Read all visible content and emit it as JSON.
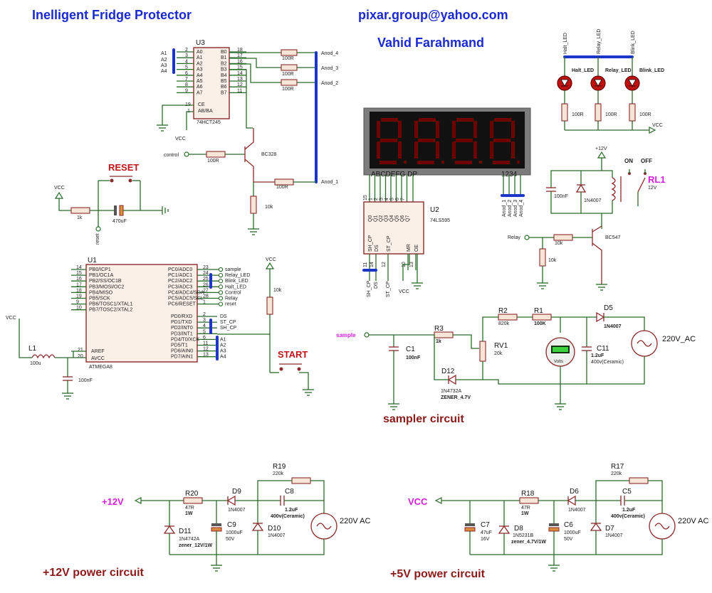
{
  "header": {
    "title": "Inelligent Fridge Protector",
    "email": "pixar.group@yahoo.com",
    "author": "Vahid Farahmand"
  },
  "sections": {
    "sampler": "sampler circuit",
    "p12": "+12V power circuit",
    "p5": "+5V power circuit"
  },
  "u3": {
    "ref": "U3",
    "part": "74HCT245",
    "pins_a": [
      "A0",
      "A1",
      "A2",
      "A3",
      "A4",
      "A5",
      "A6",
      "A7"
    ],
    "pins_b": [
      "B0",
      "B1",
      "B2",
      "B3",
      "B4",
      "B5",
      "B6",
      "B7"
    ],
    "nums_a": [
      "2",
      "3",
      "4",
      "5",
      "6",
      "7",
      "8",
      "9"
    ],
    "nums_b": [
      "18",
      "17",
      "16",
      "15",
      "14",
      "13",
      "12",
      "11"
    ],
    "ce": "CE",
    "abba": "AB/BA",
    "ce_num": "19",
    "abba_num": "1",
    "inputs": [
      "A1",
      "A2",
      "A3",
      "A4"
    ],
    "vcc": "VCC",
    "r": [
      "100R",
      "100R",
      "100R"
    ],
    "anodes": [
      "Anod_4",
      "Anod_3",
      "Anod_2",
      "Anod_1"
    ],
    "q_ref": "BC328",
    "control": "control",
    "rb": "100R",
    "rc": "100R",
    "r10k": "10k"
  },
  "reset": {
    "label": "RESET",
    "vcc": "VCC",
    "r": "1k",
    "cap": "470uF",
    "net": "reset"
  },
  "u1": {
    "ref": "U1",
    "part": "ATMEGA8",
    "left": [
      "PB0/ICP1",
      "PB1/OC1A",
      "PB2/SS/OC1B",
      "PB3/MOSI/OC2",
      "PB4/MISO",
      "PB5/SCK",
      "PB6/TOSC1/XTAL1",
      "PB7/TOSC2/XTAL2"
    ],
    "left_nums": [
      "14",
      "15",
      "16",
      "17",
      "18",
      "19",
      "9",
      "10"
    ],
    "right_top": [
      "PC0/ADC0",
      "PC1/ADC1",
      "PC2/ADC2",
      "PC3/ADC3",
      "PC4/ADC4/SDA",
      "PC5/ADC5/SCL",
      "PC6/RESET"
    ],
    "right_top_nums": [
      "23",
      "24",
      "25",
      "26",
      "27",
      "28",
      "1"
    ],
    "right_top_nets": [
      "sample",
      "Relay_LED",
      "Blink_LED",
      "Halt_LED",
      "Control",
      "Relay",
      "reset"
    ],
    "right_bot": [
      "PD0/RXD",
      "PD1/TXD",
      "PD2/INT0",
      "PD3/INT1",
      "PD4/T0/XCK",
      "PD5/T1",
      "PD6/AIN0",
      "PD7/AIN1"
    ],
    "right_bot_nums": [
      "2",
      "3",
      "4",
      "5",
      "6",
      "11",
      "12",
      "13"
    ],
    "right_bot_nets": [
      "DS",
      "ST_CP",
      "SH_CP",
      "",
      "A1",
      "A2",
      "A3",
      "A4"
    ],
    "aref": "AREF",
    "avcc": "AVCC",
    "aref_num": "21",
    "avcc_num": "20",
    "vcc": "VCC",
    "l1": "L1",
    "l1_val": "100u",
    "cap": "100nF",
    "start": "START",
    "vcc2": "VCC",
    "r10k": "10k"
  },
  "display": {
    "ref": "U2",
    "part": "74LS595",
    "segs": "ABCDEFG  DP",
    "digits": "1234",
    "q_pins": [
      "Q0",
      "Q1",
      "Q2",
      "Q3",
      "Q4",
      "Q5",
      "Q6",
      "Q7"
    ],
    "q_nums": [
      "15",
      "1",
      "2",
      "3",
      "4",
      "5",
      "6",
      "7"
    ],
    "ctrl": [
      "SH_CP",
      "DS",
      "ST_CP",
      "MR",
      "OE"
    ],
    "ctrl_nums": [
      "11",
      "14",
      "12",
      "10",
      "13"
    ],
    "bot_nets": [
      "SH_CP",
      "DS",
      "ST_CP"
    ],
    "vcc": "VCC",
    "anode_nets": [
      "Anod_1",
      "Anod_2",
      "Anod_3",
      "Anod_4"
    ]
  },
  "leds": {
    "nets": [
      "Halt_LED",
      "Relay_LED",
      "Blink_LED"
    ],
    "labels": [
      "Halt_LED",
      "Relay_LED",
      "Blink_LED"
    ],
    "r": [
      "100R",
      "100R",
      "100R"
    ],
    "vcc": "VCC"
  },
  "relay": {
    "v12": "+12V",
    "on": "ON",
    "off": "OFF",
    "ref": "RL1",
    "val": "12V",
    "cap": "100nF",
    "diode": "1N4007",
    "net": "Relay",
    "rb": "10k",
    "re": "10k",
    "q": "BC547"
  },
  "sampler": {
    "net": "sample",
    "c1": "C1",
    "c1_val": "100nF",
    "r3": "R3",
    "r3_val": "1k",
    "rv1": "RV1",
    "rv1_val": "20k",
    "r2": "R2",
    "r2_val": "820k",
    "r1": "R1",
    "r1_val": "100K",
    "d5": "D5",
    "d5_val": "1N4007",
    "d12": "D12",
    "d12_val": "1N4732A",
    "d12_note": "ZENER_4.7V",
    "c11": "C11",
    "c11_val": "1.2uF",
    "c11_note": "400v(Ceramic)",
    "meter": "Volts",
    "ac": "220V_AC"
  },
  "p12": {
    "out": "+12V",
    "r20": "R20",
    "r20_val": "47R",
    "r20_p": "1W",
    "d9": "D9",
    "d9_val": "1N4007",
    "c8": "C8",
    "c8_val": "1.2uF",
    "c8_note": "400v(Ceramic)",
    "r19": "R19",
    "r19_val": "220k",
    "d11": "D11",
    "d11_val": "1N4742A",
    "d11_note": "zener_12V/1W",
    "c9": "C9",
    "c9_val": "1000uF",
    "c9_v": "50V",
    "d10": "D10",
    "d10_val": "1N4007",
    "ac": "220V AC"
  },
  "p5": {
    "out": "VCC",
    "r18": "R18",
    "r18_val": "47R",
    "r18_p": "1W",
    "d6": "D6",
    "d6_val": "1N4007",
    "c5": "C5",
    "c5_val": "1.2uF",
    "c5_note": "400v(Ceramic)",
    "r17": "R17",
    "r17_val": "220k",
    "c7": "C7",
    "c7_val": "47uF",
    "c7_v": "16V",
    "d8": "D8",
    "d8_val": "1N5231B",
    "d8_note": "zener_4.7V/1W",
    "c6": "C6",
    "c6_val": "1000uF",
    "c6_v": "50V",
    "d7": "D7",
    "d7_val": "1N4007",
    "ac": "220V AC"
  },
  "colors": {
    "title": "#1a2ad0",
    "section": "#8b1a1a",
    "wire": "#2a6b2a",
    "bus": "#1d35c9",
    "segment": "#6e0000"
  }
}
